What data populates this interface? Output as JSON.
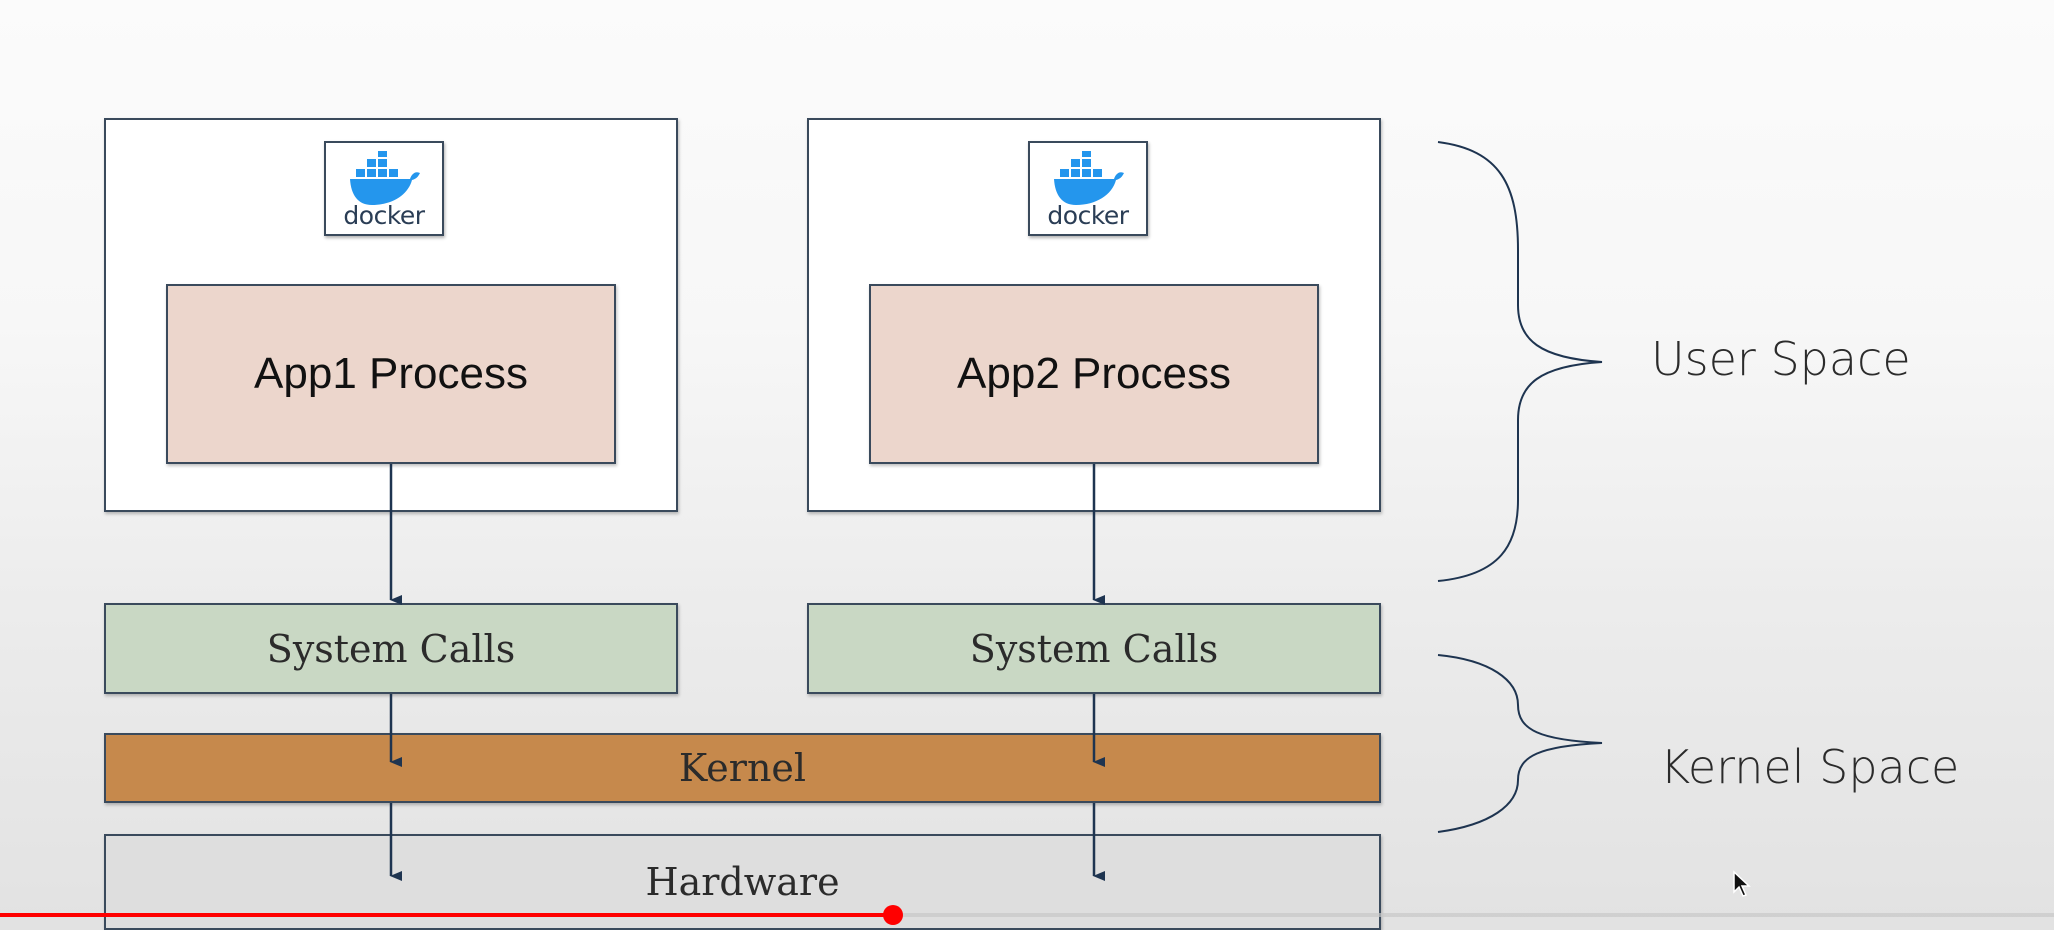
{
  "containers": [
    {
      "logo_text": "docker",
      "process_label": "App1 Process"
    },
    {
      "logo_text": "docker",
      "process_label": "App2 Process"
    }
  ],
  "layers": {
    "system_calls_left": "System Calls",
    "system_calls_right": "System Calls",
    "kernel": "Kernel",
    "hardware": "Hardware"
  },
  "space_labels": {
    "user": "User Space",
    "kernel": "Kernel Space"
  },
  "colors": {
    "process_fill": "#ecd6cc",
    "system_calls_fill": "#c9d8c4",
    "kernel_fill": "#c6894c",
    "hardware_fill": "#dedede",
    "docker_blue": "#2496ed",
    "progress_red": "#ff0000"
  },
  "video_progress": {
    "played_fraction": 0.435
  }
}
